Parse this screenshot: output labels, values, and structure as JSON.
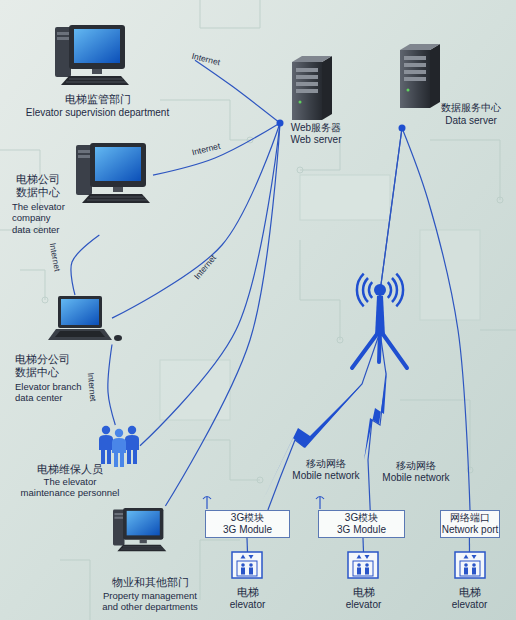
{
  "diagram": {
    "nodes": [
      {
        "text": [
          "电梯监管部门",
          "Elevator supervision department"
        ]
      },
      {
        "text": [
          "Web服务器",
          "Web server"
        ]
      },
      {
        "text": [
          "数据服务中心",
          "Data server"
        ]
      },
      {
        "text": [
          "电梯公司 数据中心",
          "The elevator company data center"
        ]
      },
      {
        "text": [
          "电梯分公司 数据中心",
          "Elevator branch data center"
        ]
      },
      {
        "text": [
          "电梯维保人员",
          "The elevator maintenance personnel"
        ]
      },
      {
        "text": [
          "物业和其他部门",
          "Property management and other departments"
        ]
      },
      {
        "text": [
          "3G模块",
          "3G Module"
        ]
      },
      {
        "text": [
          "3G模块",
          "3G Module"
        ]
      },
      {
        "text": [
          "网络端口",
          "Network port"
        ]
      },
      {
        "text": [
          "电梯",
          "elevator"
        ]
      },
      {
        "text": [
          "电梯",
          "elevator"
        ]
      },
      {
        "text": [
          "电梯",
          "elevator"
        ]
      }
    ],
    "edges": [
      {
        "from": 0,
        "to": 1,
        "label": "Internet",
        "arrow": "none"
      },
      {
        "from": 3,
        "to": 1,
        "label": "Internet",
        "arrow": "none"
      },
      {
        "from": 3,
        "to": 4,
        "label": "Internet",
        "arrow": "none"
      },
      {
        "from": 4,
        "to": 1,
        "label": "Internet",
        "arrow": "none"
      },
      {
        "from": 4,
        "to": 5,
        "label": "Internet",
        "arrow": "none"
      },
      {
        "from": 5,
        "to": 1,
        "arrow": "none"
      },
      {
        "from": 6,
        "to": 1,
        "arrow": "none"
      },
      {
        "from": 7,
        "to": 2,
        "label": "移动网络 Mobile network",
        "arrow": "none"
      },
      {
        "from": 8,
        "to": 2,
        "label": "移动网络 Mobile network",
        "arrow": "none"
      },
      {
        "from": 9,
        "to": 2,
        "arrow": "none"
      },
      {
        "from": 7,
        "to": 10,
        "arrow": "none"
      },
      {
        "from": 8,
        "to": 11,
        "arrow": "none"
      },
      {
        "from": 9,
        "to": 12,
        "arrow": "none"
      }
    ]
  }
}
